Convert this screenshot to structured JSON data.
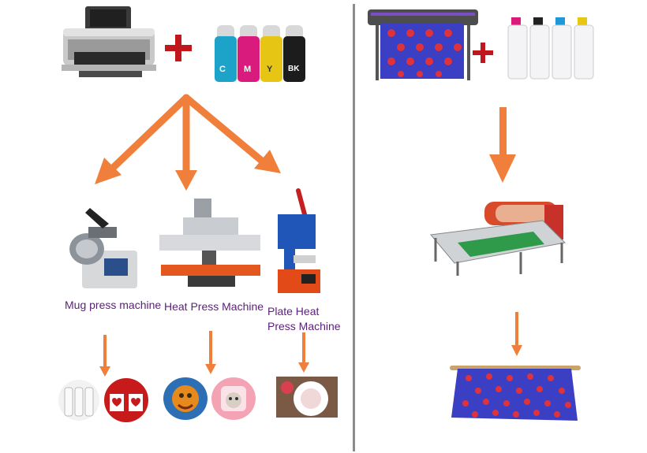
{
  "left_panel": {
    "machines": [
      {
        "label": "Mug press machine"
      },
      {
        "label": "Heat Press Machine"
      },
      {
        "label_line1": "Plate Heat",
        "label_line2": "Press Machine"
      }
    ],
    "ink_labels": [
      "C",
      "M",
      "Y",
      "BK"
    ]
  },
  "colors": {
    "arrow": "#f07f3c",
    "plus": "#c0171c",
    "label_text": "#5b1f7a",
    "divider": "#8c8c8c",
    "fabric_blue": "#3b3fc4",
    "fabric_red": "#e0323a"
  }
}
